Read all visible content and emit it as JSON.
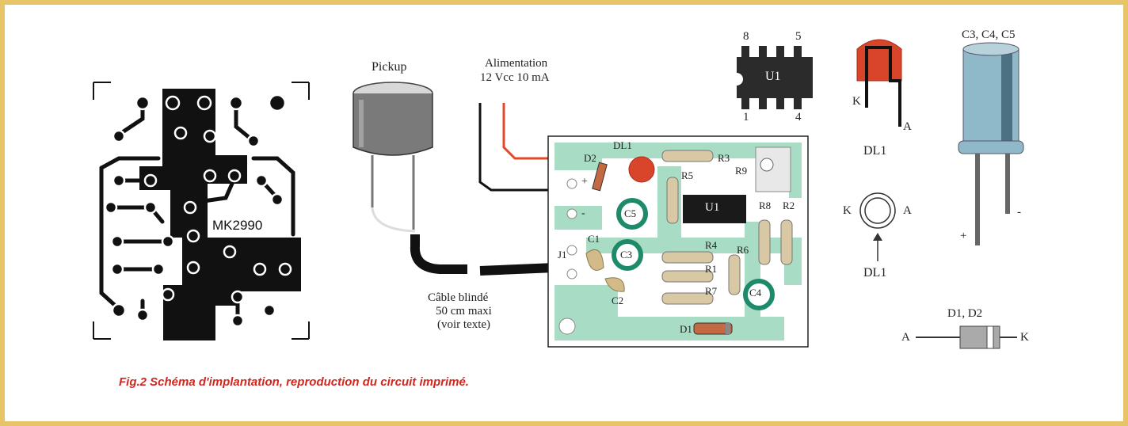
{
  "figure": {
    "caption": "Fig.2 Schéma d'implantation, reproduction du circuit imprimé.",
    "pcb_label": "MK2990",
    "pickup_label": "Pickup",
    "power_label_line1": "Alimentation",
    "power_label_line2": "12 Vcc 10 mA",
    "cable_label_line1": "Câble blindé",
    "cable_label_line2": "50 cm maxi",
    "cable_label_line3": "(voir texte)",
    "board_labels": {
      "d2": "D2",
      "dl1": "DL1",
      "r3": "R3",
      "r5": "R5",
      "r9": "R9",
      "u1": "U1",
      "c5": "C5",
      "c1": "C1",
      "c3": "C3",
      "c2": "C2",
      "r4": "R4",
      "r1": "R1",
      "r7": "R7",
      "r6": "R6",
      "r8": "R8",
      "r2": "R2",
      "c4": "C4",
      "d1": "D1",
      "j1": "J1",
      "plus": "+",
      "minus": "-"
    },
    "u1_detail": {
      "pin8": "8",
      "pin5": "5",
      "pin1": "1",
      "pin4": "4",
      "name": "U1"
    },
    "led_detail": {
      "k": "K",
      "a": "A",
      "name": "DL1"
    },
    "led_top_detail": {
      "k": "K",
      "a": "A",
      "name": "DL1"
    },
    "cap_detail": {
      "title": "C3, C4, C5",
      "plus": "+",
      "minus": "-"
    },
    "diode_detail": {
      "title": "D1, D2",
      "a": "A",
      "k": "K"
    }
  },
  "colors": {
    "frame": "#e8c468",
    "caption": "#d2261f",
    "pcb_copper": "#111111",
    "board_trace": "#a8dcc4",
    "led_red": "#d9452a",
    "cap_green": "#1f8a6a",
    "cap_blue": "#8fb8c8",
    "wire_red": "#e4472a"
  }
}
